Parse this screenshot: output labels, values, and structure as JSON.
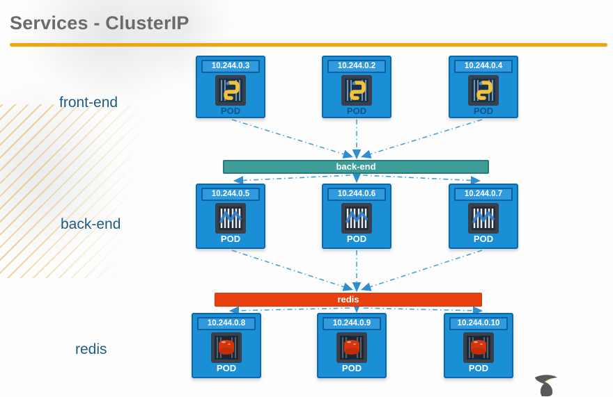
{
  "title": "Services - ClusterIP",
  "pod_caption": "POD",
  "tiers": [
    {
      "label": "front-end",
      "app": "python",
      "pods": [
        {
          "ip": "10.244.0.3"
        },
        {
          "ip": "10.244.0.2"
        },
        {
          "ip": "10.244.0.4"
        }
      ]
    },
    {
      "label": "back-end",
      "app": "web-app",
      "pods": [
        {
          "ip": "10.244.0.5"
        },
        {
          "ip": "10.244.0.6"
        },
        {
          "ip": "10.244.0.7"
        }
      ]
    },
    {
      "label": "redis",
      "app": "redis",
      "pods": [
        {
          "ip": "10.244.0.8"
        },
        {
          "ip": "10.244.0.9"
        },
        {
          "ip": "10.244.0.10"
        }
      ]
    }
  ],
  "services": [
    {
      "name": "back-end",
      "color": "#3f9e9a"
    },
    {
      "name": "redis",
      "color": "#e8400e"
    }
  ],
  "colors": {
    "pod_fill": "#1b8fd6",
    "pod_border": "#0e67ac",
    "ip_badge_fill": "#2f9ade",
    "arrow": "#46a2da",
    "title_text": "#6a6b6d",
    "tier_label_text": "#1f5b80",
    "accent_rule": "#f2a40b"
  },
  "icons": {
    "frontend_pod": "python-icon",
    "backend_pod": "web-app-icon",
    "redis_pod": "redis-icon",
    "logo": "kodekloud-bird-icon"
  }
}
